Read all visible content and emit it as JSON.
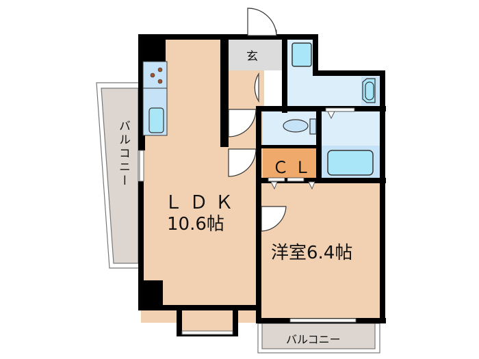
{
  "floor_plan": {
    "rooms": {
      "ldk": {
        "name": "ＬＤＫ",
        "size": "10.6帖"
      },
      "western_room": {
        "label": "洋室6.4帖"
      },
      "entrance": {
        "label": "玄"
      },
      "closet": {
        "label": "ＣＬ"
      },
      "balcony_left": {
        "label": "バルコニー"
      },
      "balcony_bottom": {
        "label": "バルコニー"
      }
    },
    "colors": {
      "wall": "#000000",
      "living_floor": "#f2d1b3",
      "entrance_floor": "#dcdcdc",
      "wet_area": "#dceefa",
      "fixture_blue": "#a9e6f7",
      "closet": "#efa96a",
      "balcony": "#ddd6d0",
      "stove_dot": "#a0522d"
    }
  }
}
